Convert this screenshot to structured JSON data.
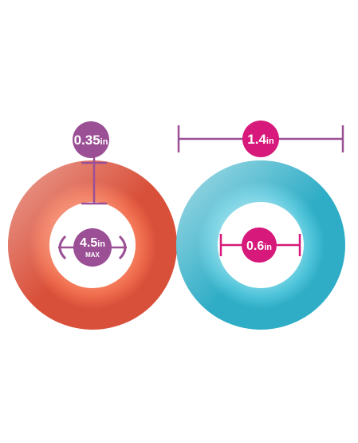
{
  "colors": {
    "orange_ring": "#ef6a4e",
    "blue_ring": "#3fc1d6",
    "purple_accent": "#9b4f95",
    "magenta_accent": "#d6197a",
    "background": "#ffffff"
  },
  "labels": {
    "thickness": {
      "value": "0.35",
      "unit": "in"
    },
    "stretch": {
      "value": "4.5",
      "unit": "in",
      "note": "MAX"
    },
    "width": {
      "value": "1.4",
      "unit": "in"
    },
    "inner": {
      "value": "0.6",
      "unit": "in"
    }
  }
}
